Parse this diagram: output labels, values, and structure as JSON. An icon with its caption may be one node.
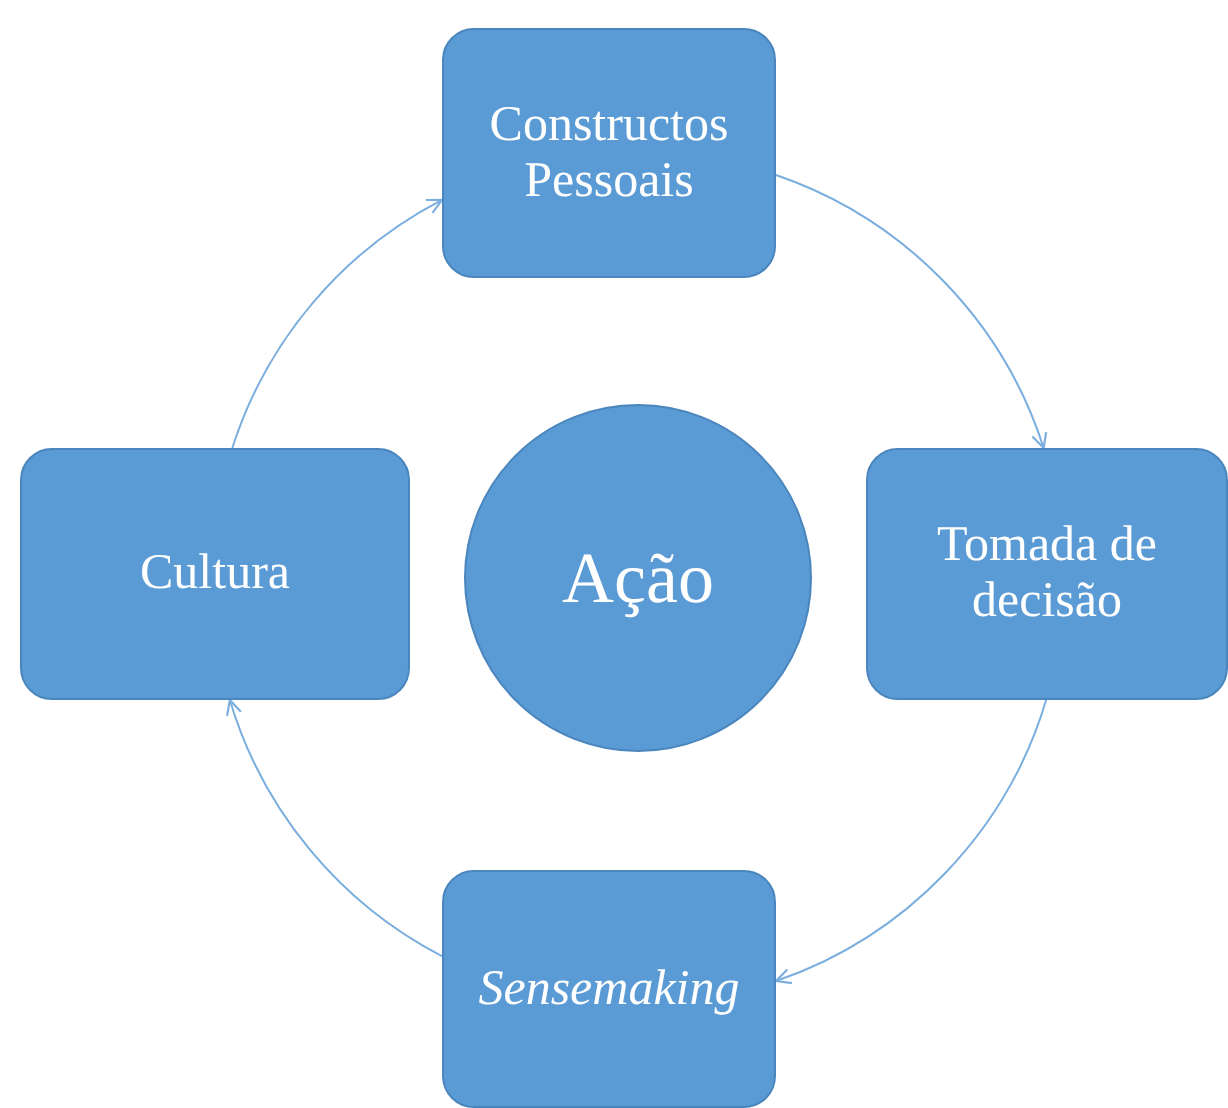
{
  "diagram": {
    "nodes": [
      {
        "text": [
          "Constructos Pessoais"
        ]
      },
      {
        "text": [
          "Tomada de decisão"
        ]
      },
      {
        "text": [
          "Sensemaking"
        ]
      },
      {
        "text": [
          "Cultura"
        ]
      },
      {
        "text": [
          "Ação"
        ]
      }
    ],
    "edges": [
      {
        "from": 0,
        "to": 1,
        "arrow": "to"
      },
      {
        "from": 1,
        "to": 2,
        "arrow": "to"
      },
      {
        "from": 2,
        "to": 3,
        "arrow": "to"
      },
      {
        "from": 3,
        "to": 0,
        "arrow": "to"
      }
    ]
  }
}
